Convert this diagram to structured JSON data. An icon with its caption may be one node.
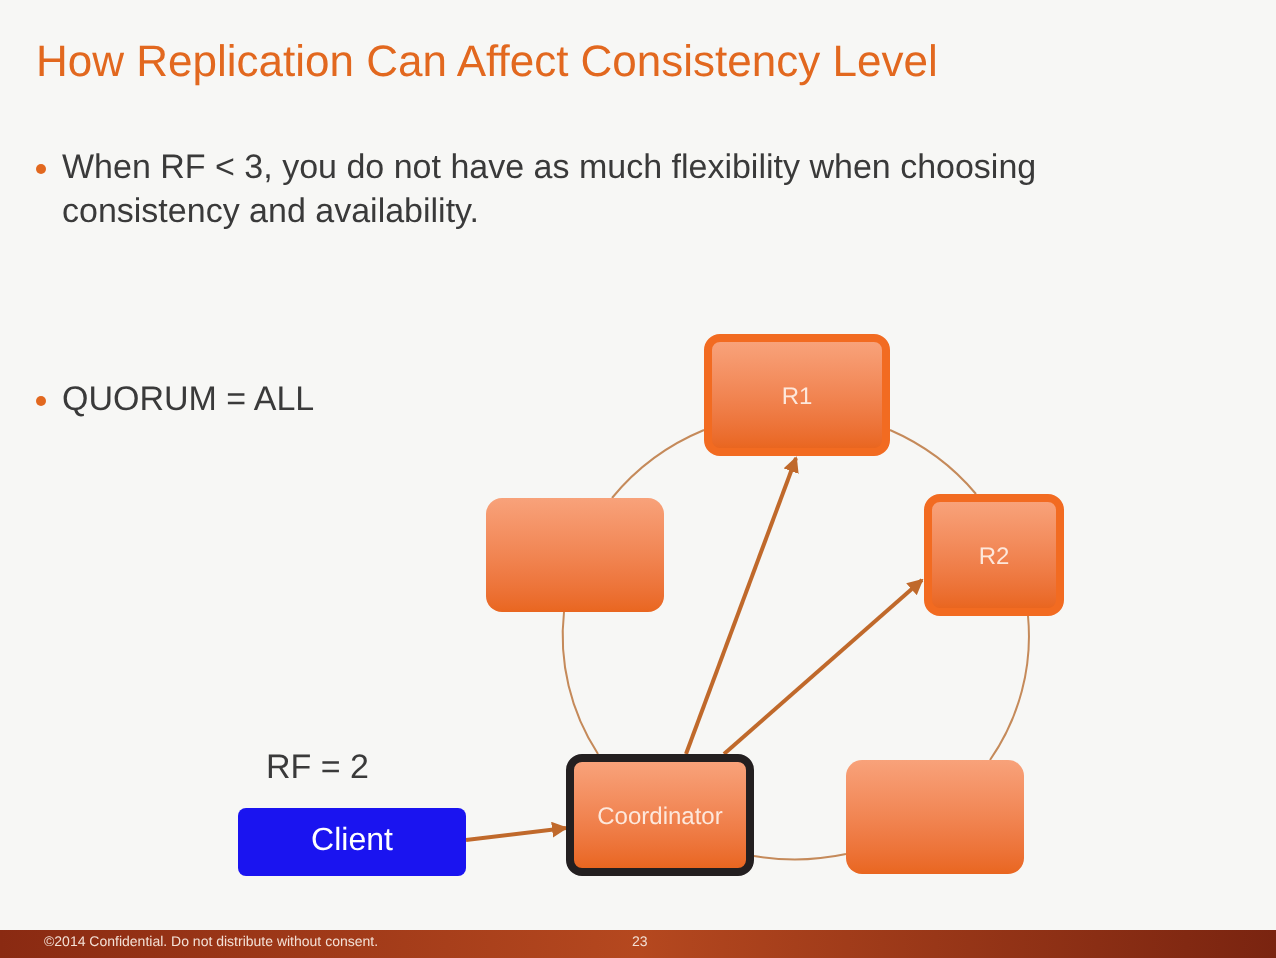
{
  "diagram": {
    "title": "How Replication Can Affect Consistency Level",
    "nodes": [
      {
        "text": [
          "R1"
        ]
      },
      {
        "text": [],
        "shape": "box"
      },
      {
        "text": [
          "R2"
        ]
      },
      {
        "text": [
          "Coordinator"
        ]
      },
      {
        "text": [],
        "shape": "box"
      },
      {
        "text": [
          "Client"
        ],
        "beside": [
          "RF = 2"
        ]
      }
    ],
    "edges": [
      {
        "from": 5,
        "to": 3,
        "arrow": "to"
      },
      {
        "from": 3,
        "to": 0,
        "arrow": "to"
      },
      {
        "from": 3,
        "to": 2,
        "arrow": "to"
      },
      {
        "from": 0,
        "to": 2,
        "arrow": "none"
      },
      {
        "from": 2,
        "to": 4,
        "arrow": "none"
      },
      {
        "from": 4,
        "to": 3,
        "arrow": "none"
      },
      {
        "from": 3,
        "to": 1,
        "arrow": "none"
      },
      {
        "from": 1,
        "to": 0,
        "arrow": "none"
      }
    ],
    "labels": [
      "When RF < 3, you do not have as much flexibility when choosing consistency and availability.",
      "QUORUM = ALL",
      "©2014 Confidential. Do not distribute without consent.",
      "23"
    ]
  }
}
